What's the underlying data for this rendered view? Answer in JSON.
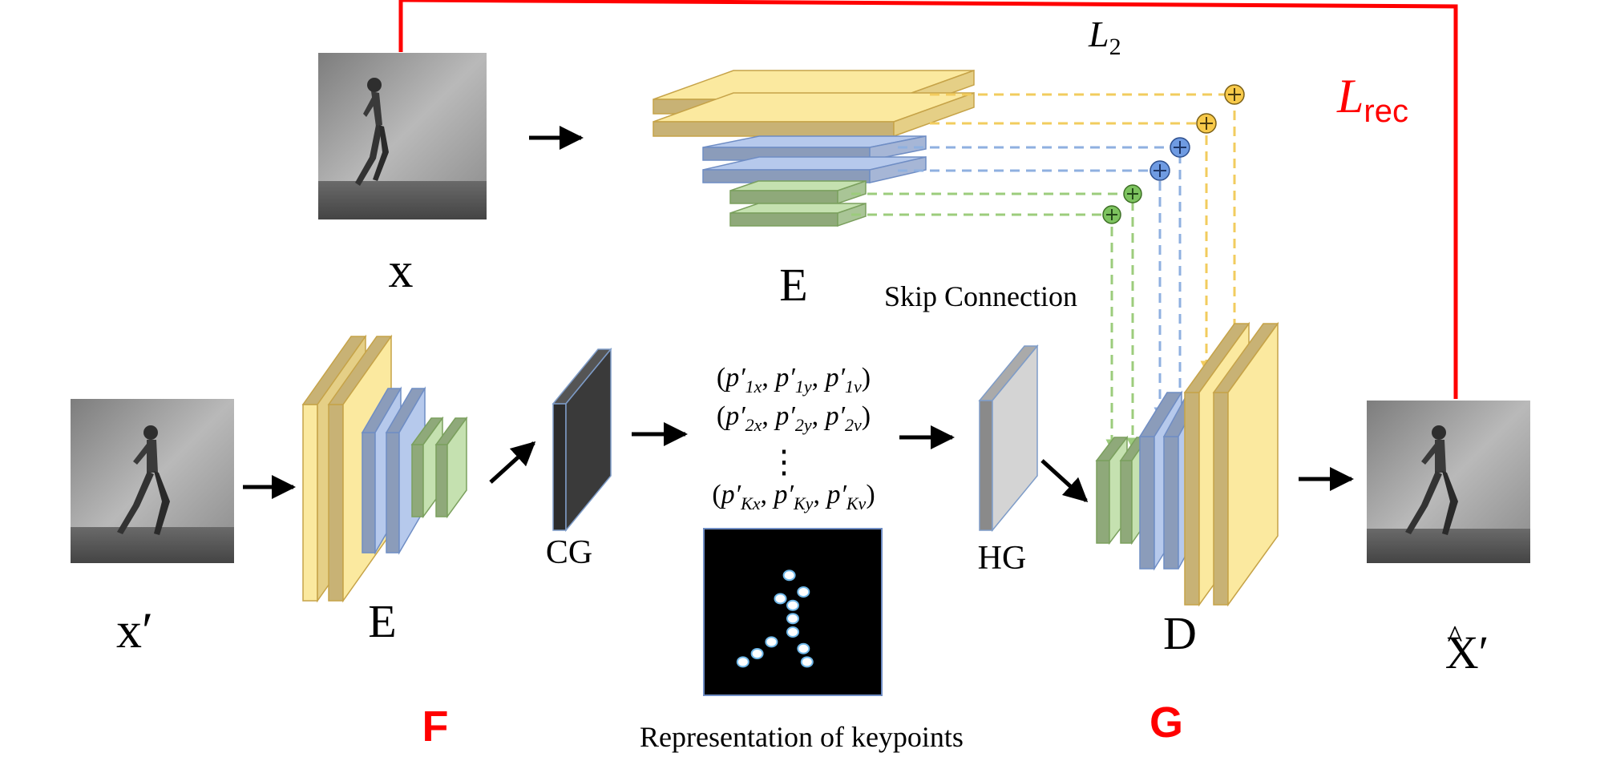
{
  "colors": {
    "yellow_fill": "#fbe99f",
    "yellow_side": "#c8b275",
    "yellow_edge": "#c6a348",
    "blue_fill": "#b6c9ec",
    "blue_side": "#8b9cba",
    "blue_edge": "#6f8dc4",
    "green_fill": "#c5e1b0",
    "green_side": "#8fa97a",
    "green_edge": "#7ba05e",
    "dark_block": "#3a3a3a",
    "gray_block": "#d4d4d4",
    "red": "#ff0000",
    "yellow_dash": "#f2cc5e",
    "blue_dash": "#8fb0e0",
    "green_dash": "#9ccc7c",
    "plus_yellow": "#f7c94a",
    "plus_blue": "#6f9be2",
    "plus_green": "#7dc35f"
  },
  "labels": {
    "x_top": "x",
    "x_top_encoder": "E",
    "l2": "L",
    "l2_sub": "2",
    "lrec": "L",
    "lrec_sub": "rec",
    "skip_connection": "Skip Connection",
    "x_prime": "x",
    "prime_mark": "′",
    "encoder_bottom": "E",
    "cg": "CG",
    "hg": "HG",
    "decoder": "D",
    "x_hat": "X",
    "hat_mark": "^",
    "f_label": "F",
    "g_label": "G",
    "representation": "Representation of keypoints"
  },
  "keypoints_rows": [
    [
      "1x",
      "1y",
      "1v"
    ],
    [
      "2x",
      "2y",
      "2v"
    ],
    [
      "Kx",
      "Ky",
      "Kv"
    ]
  ],
  "keypoints_ellipsis": "⋮",
  "keypoint_dots": [
    [
      0.48,
      0.28
    ],
    [
      0.56,
      0.38
    ],
    [
      0.43,
      0.42
    ],
    [
      0.5,
      0.46
    ],
    [
      0.5,
      0.54
    ],
    [
      0.5,
      0.62
    ],
    [
      0.38,
      0.68
    ],
    [
      0.3,
      0.75
    ],
    [
      0.22,
      0.8
    ],
    [
      0.56,
      0.72
    ],
    [
      0.58,
      0.8
    ]
  ],
  "icons": {
    "person_image": "walking-person-photo",
    "plus_node": "circled-plus-icon",
    "arrow": "arrow-right-icon"
  }
}
